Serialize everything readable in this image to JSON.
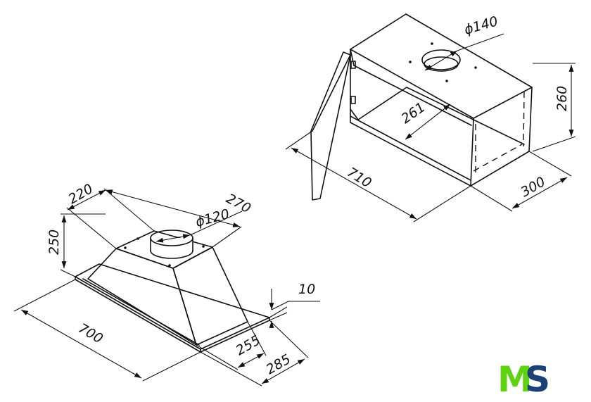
{
  "brand": {
    "logo_m": "M",
    "logo_s": "S",
    "m_color": "#5fd312",
    "s_color": "#1b3f77"
  },
  "box_unit": {
    "duct_diameter": "ϕ140",
    "height": "260",
    "inner_depth": "261",
    "width": "710",
    "depth": "300"
  },
  "hood_unit": {
    "top_depth": "220",
    "top_width": "270",
    "duct_diameter": "ϕ120",
    "height": "250",
    "flange": "10",
    "width": "700",
    "inner_depth": "255",
    "depth": "285"
  }
}
